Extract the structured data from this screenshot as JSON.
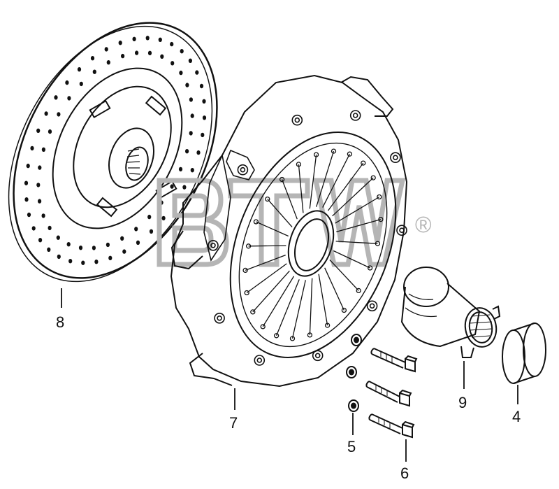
{
  "watermark": {
    "text": "BTW",
    "registered_mark": "®"
  },
  "callouts": [
    {
      "id": "8",
      "text": "8"
    },
    {
      "id": "7",
      "text": "7"
    },
    {
      "id": "5",
      "text": "5"
    },
    {
      "id": "6",
      "text": "6"
    },
    {
      "id": "9",
      "text": "9"
    },
    {
      "id": "4",
      "text": "4"
    }
  ],
  "colors": {
    "line": "#111111",
    "watermark": "#b5b5b5",
    "background": "#ffffff"
  }
}
